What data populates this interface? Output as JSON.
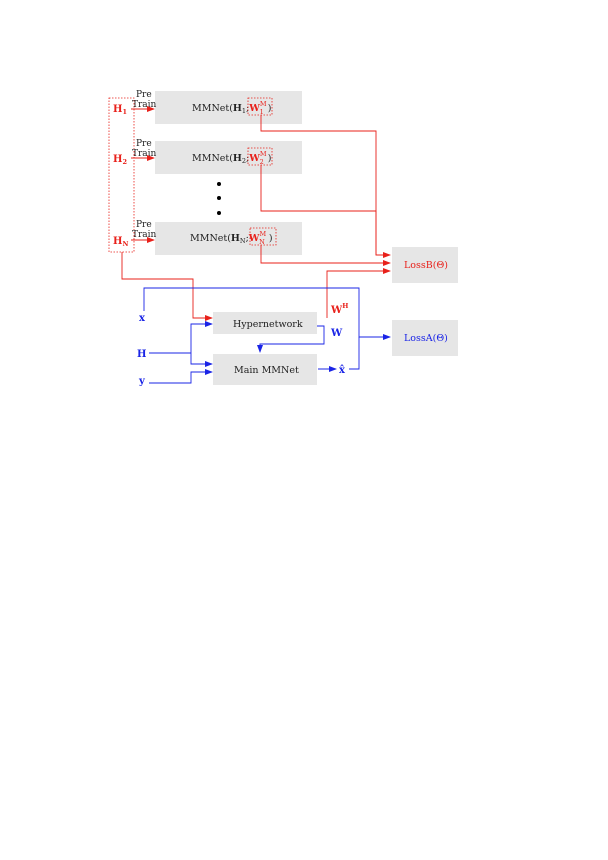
{
  "pretrain": {
    "line1": "Pre",
    "line2": "Train"
  },
  "inputs_red": {
    "h1": "H",
    "h1_sub": "1",
    "h2": "H",
    "h2_sub": "2",
    "hn": "H",
    "hn_sub": "N"
  },
  "mmnet_boxes": [
    {
      "prefix": "MMNet(",
      "h": "H",
      "h_sub": "1",
      "sep": ";",
      "w": "W",
      "w_sup": "M",
      "w_sub": "1",
      "close": ")"
    },
    {
      "prefix": "MMNet(",
      "h": "H",
      "h_sub": "2",
      "sep": ";",
      "w": "W",
      "w_sup": "M",
      "w_sub": "2",
      "close": ")"
    },
    {
      "prefix": "MMNet(",
      "h": "H",
      "h_sub": "N",
      "sep": ";",
      "w": "W",
      "w_sup": "M",
      "w_sub": "N",
      "close": ")"
    }
  ],
  "hypernetwork": "Hypernetwork",
  "main_mmnet": "Main MMNet",
  "losses": {
    "lossB": "LossB(Θ)",
    "lossA": "LossA(Θ)"
  },
  "signals": {
    "wH": "W",
    "wH_sup": "H",
    "w": "W",
    "x": "x",
    "H": "H",
    "y": "y",
    "xhat": "x̂"
  },
  "colors": {
    "red": "#e8201a",
    "blue": "#1a24e6",
    "box": "#e6e6e6"
  }
}
